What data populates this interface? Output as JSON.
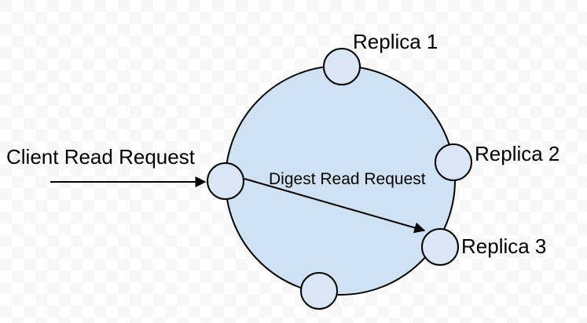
{
  "labels": {
    "replica_1": "Replica 1",
    "replica_2": "Replica 2",
    "replica_3": "Replica 3",
    "client_read_request": "Client Read Request",
    "digest_read_request": "Digest Read Request"
  },
  "colors": {
    "ring_fill": "#cfe2f3",
    "node_fill": "#d8e6f5",
    "line": "#000000",
    "checker_white": "#ffffff",
    "checker_gray": "#f7f7f7"
  }
}
